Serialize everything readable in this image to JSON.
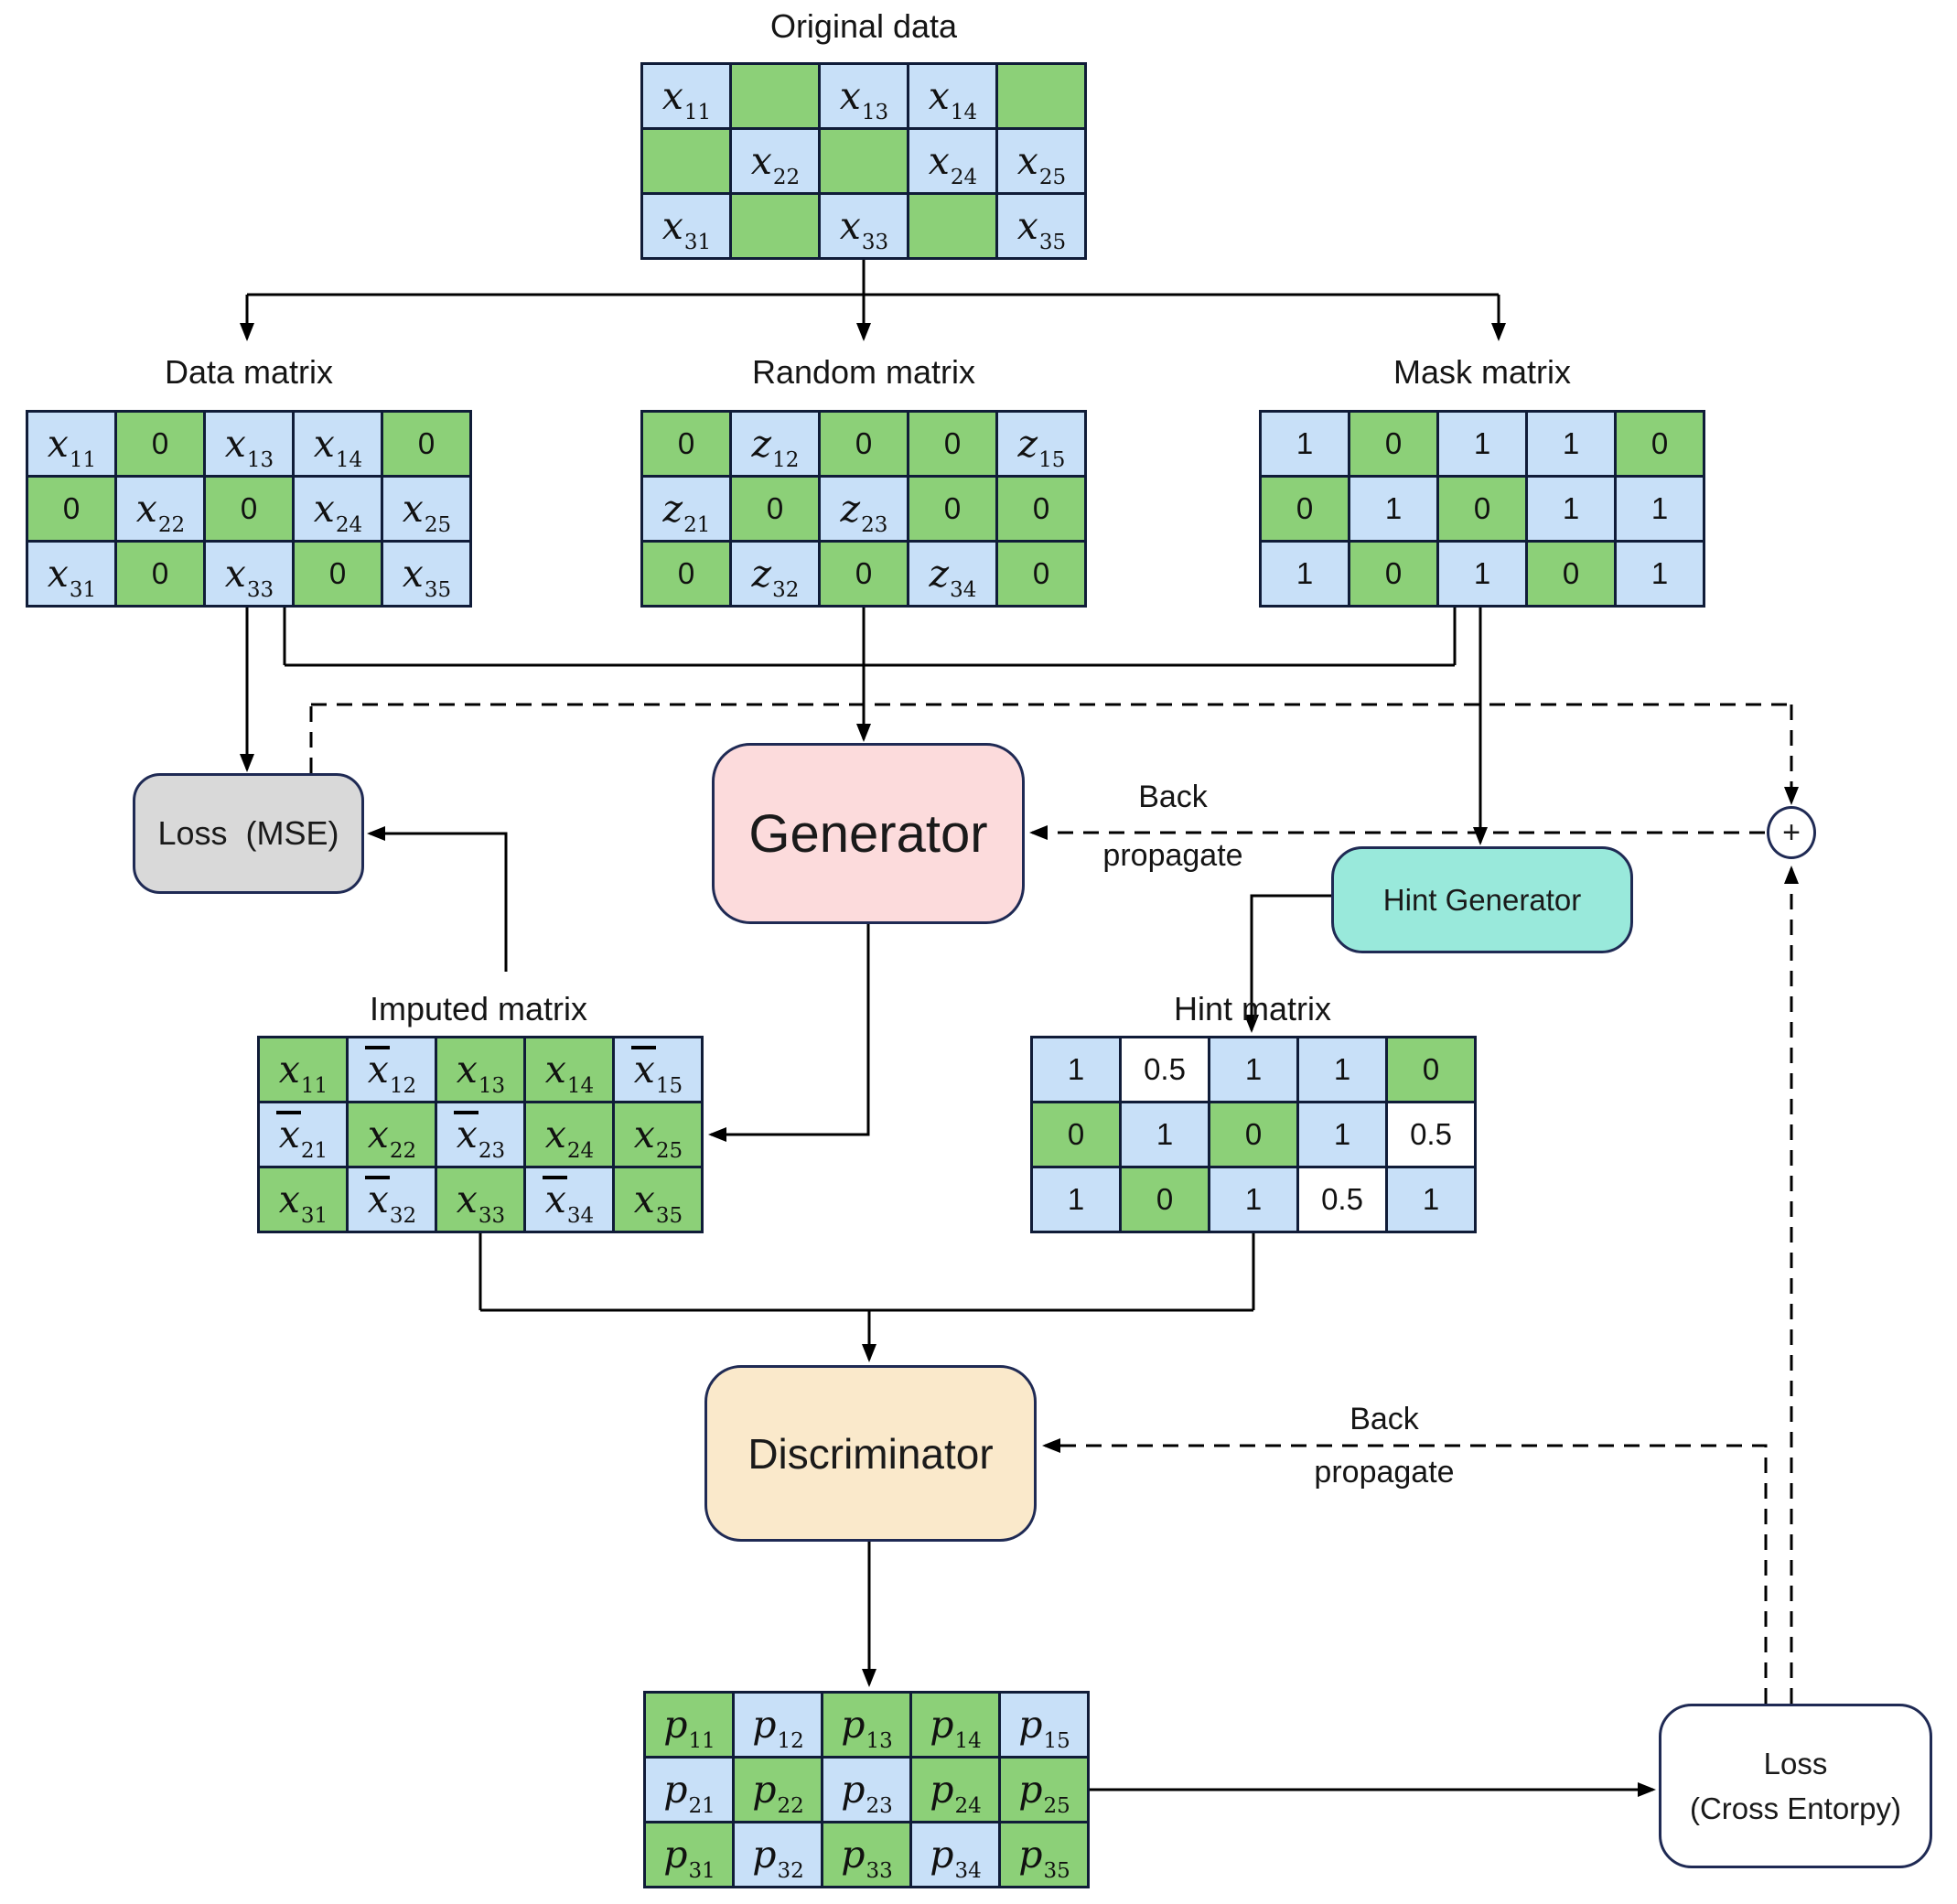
{
  "labels": {
    "back_propagate_generator": {
      "line1": "Back",
      "line2": "propagate"
    },
    "back_propagate_discriminator": {
      "line1": "Back",
      "line2": "propagate"
    }
  },
  "nodes": {
    "generator": "Generator",
    "hint_generator": "Hint Generator",
    "discriminator": "Discriminator",
    "loss_mse": "Loss  (MSE)",
    "loss_ce_line1": "Loss",
    "loss_ce_line2": "(Cross Entorpy)",
    "plus": "+"
  },
  "colors": {
    "cell_blue": "#c8e0f8",
    "cell_green": "#8cd078",
    "cell_white": "#ffffff",
    "matrix_border": "#101c38",
    "box_border": "#1f2a54",
    "generator_fill": "#fcdbdc",
    "hint_generator_fill": "#99e9db",
    "discriminator_fill": "#fae9cb",
    "loss_mse_fill": "#d9d9d9",
    "loss_ce_fill": "#ffffff",
    "line": "#000000"
  },
  "matrices": {
    "original": {
      "title": "Original data",
      "rows": [
        [
          {
            "v": "x",
            "s": "11",
            "c": "blue"
          },
          {
            "c": "green"
          },
          {
            "v": "x",
            "s": "13",
            "c": "blue"
          },
          {
            "v": "x",
            "s": "14",
            "c": "blue"
          },
          {
            "c": "green"
          }
        ],
        [
          {
            "c": "green"
          },
          {
            "v": "x",
            "s": "22",
            "c": "blue"
          },
          {
            "c": "green"
          },
          {
            "v": "x",
            "s": "24",
            "c": "blue"
          },
          {
            "v": "x",
            "s": "25",
            "c": "blue"
          }
        ],
        [
          {
            "v": "x",
            "s": "31",
            "c": "blue"
          },
          {
            "c": "green"
          },
          {
            "v": "x",
            "s": "33",
            "c": "blue"
          },
          {
            "c": "green"
          },
          {
            "v": "x",
            "s": "35",
            "c": "blue"
          }
        ]
      ]
    },
    "data": {
      "title": "Data matrix",
      "rows": [
        [
          {
            "v": "x",
            "s": "11",
            "c": "blue"
          },
          {
            "v": "0",
            "c": "green"
          },
          {
            "v": "x",
            "s": "13",
            "c": "blue"
          },
          {
            "v": "x",
            "s": "14",
            "c": "blue"
          },
          {
            "v": "0",
            "c": "green"
          }
        ],
        [
          {
            "v": "0",
            "c": "green"
          },
          {
            "v": "x",
            "s": "22",
            "c": "blue"
          },
          {
            "v": "0",
            "c": "green"
          },
          {
            "v": "x",
            "s": "24",
            "c": "blue"
          },
          {
            "v": "x",
            "s": "25",
            "c": "blue"
          }
        ],
        [
          {
            "v": "x",
            "s": "31",
            "c": "blue"
          },
          {
            "v": "0",
            "c": "green"
          },
          {
            "v": "x",
            "s": "33",
            "c": "blue"
          },
          {
            "v": "0",
            "c": "green"
          },
          {
            "v": "x",
            "s": "35",
            "c": "blue"
          }
        ]
      ]
    },
    "random": {
      "title": "Random matrix",
      "rows": [
        [
          {
            "v": "0",
            "c": "green"
          },
          {
            "v": "z",
            "s": "12",
            "c": "blue"
          },
          {
            "v": "0",
            "c": "green"
          },
          {
            "v": "0",
            "c": "green"
          },
          {
            "v": "z",
            "s": "15",
            "c": "blue"
          }
        ],
        [
          {
            "v": "z",
            "s": "21",
            "c": "blue"
          },
          {
            "v": "0",
            "c": "green"
          },
          {
            "v": "z",
            "s": "23",
            "c": "blue"
          },
          {
            "v": "0",
            "c": "green"
          },
          {
            "v": "0",
            "c": "green"
          }
        ],
        [
          {
            "v": "0",
            "c": "green"
          },
          {
            "v": "z",
            "s": "32",
            "c": "blue"
          },
          {
            "v": "0",
            "c": "green"
          },
          {
            "v": "z",
            "s": "34",
            "c": "blue"
          },
          {
            "v": "0",
            "c": "green"
          }
        ]
      ]
    },
    "mask": {
      "title": "Mask matrix",
      "rows": [
        [
          {
            "v": "1",
            "c": "blue"
          },
          {
            "v": "0",
            "c": "green"
          },
          {
            "v": "1",
            "c": "blue"
          },
          {
            "v": "1",
            "c": "blue"
          },
          {
            "v": "0",
            "c": "green"
          }
        ],
        [
          {
            "v": "0",
            "c": "green"
          },
          {
            "v": "1",
            "c": "blue"
          },
          {
            "v": "0",
            "c": "green"
          },
          {
            "v": "1",
            "c": "blue"
          },
          {
            "v": "1",
            "c": "blue"
          }
        ],
        [
          {
            "v": "1",
            "c": "blue"
          },
          {
            "v": "0",
            "c": "green"
          },
          {
            "v": "1",
            "c": "blue"
          },
          {
            "v": "0",
            "c": "green"
          },
          {
            "v": "1",
            "c": "blue"
          }
        ]
      ]
    },
    "imputed": {
      "title": "Imputed matrix",
      "rows": [
        [
          {
            "v": "x",
            "s": "11",
            "c": "green"
          },
          {
            "v": "x",
            "s": "12",
            "bar": true,
            "c": "blue"
          },
          {
            "v": "x",
            "s": "13",
            "c": "green"
          },
          {
            "v": "x",
            "s": "14",
            "c": "green"
          },
          {
            "v": "x",
            "s": "15",
            "bar": true,
            "c": "blue"
          }
        ],
        [
          {
            "v": "x",
            "s": "21",
            "bar": true,
            "c": "blue"
          },
          {
            "v": "x",
            "s": "22",
            "c": "green"
          },
          {
            "v": "x",
            "s": "23",
            "bar": true,
            "c": "blue"
          },
          {
            "v": "x",
            "s": "24",
            "c": "green"
          },
          {
            "v": "x",
            "s": "25",
            "c": "green"
          }
        ],
        [
          {
            "v": "x",
            "s": "31",
            "c": "green"
          },
          {
            "v": "x",
            "s": "32",
            "bar": true,
            "c": "blue"
          },
          {
            "v": "x",
            "s": "33",
            "c": "green"
          },
          {
            "v": "x",
            "s": "34",
            "bar": true,
            "c": "blue"
          },
          {
            "v": "x",
            "s": "35",
            "c": "green"
          }
        ]
      ]
    },
    "hint": {
      "title": "Hint matrix",
      "rows": [
        [
          {
            "v": "1",
            "c": "blue"
          },
          {
            "v": "0.5",
            "c": "white"
          },
          {
            "v": "1",
            "c": "blue"
          },
          {
            "v": "1",
            "c": "blue"
          },
          {
            "v": "0",
            "c": "green"
          }
        ],
        [
          {
            "v": "0",
            "c": "green"
          },
          {
            "v": "1",
            "c": "blue"
          },
          {
            "v": "0",
            "c": "green"
          },
          {
            "v": "1",
            "c": "blue"
          },
          {
            "v": "0.5",
            "c": "white"
          }
        ],
        [
          {
            "v": "1",
            "c": "blue"
          },
          {
            "v": "0",
            "c": "green"
          },
          {
            "v": "1",
            "c": "blue"
          },
          {
            "v": "0.5",
            "c": "white"
          },
          {
            "v": "1",
            "c": "blue"
          }
        ]
      ]
    },
    "probability": {
      "title": "",
      "rows": [
        [
          {
            "v": "p",
            "s": "11",
            "c": "green"
          },
          {
            "v": "p",
            "s": "12",
            "c": "blue"
          },
          {
            "v": "p",
            "s": "13",
            "c": "green"
          },
          {
            "v": "p",
            "s": "14",
            "c": "green"
          },
          {
            "v": "p",
            "s": "15",
            "c": "blue"
          }
        ],
        [
          {
            "v": "p",
            "s": "21",
            "c": "blue"
          },
          {
            "v": "p",
            "s": "22",
            "c": "green"
          },
          {
            "v": "p",
            "s": "23",
            "c": "blue"
          },
          {
            "v": "p",
            "s": "24",
            "c": "green"
          },
          {
            "v": "p",
            "s": "25",
            "c": "green"
          }
        ],
        [
          {
            "v": "p",
            "s": "31",
            "c": "green"
          },
          {
            "v": "p",
            "s": "32",
            "c": "blue"
          },
          {
            "v": "p",
            "s": "33",
            "c": "green"
          },
          {
            "v": "p",
            "s": "34",
            "c": "blue"
          },
          {
            "v": "p",
            "s": "35",
            "c": "green"
          }
        ]
      ]
    }
  }
}
